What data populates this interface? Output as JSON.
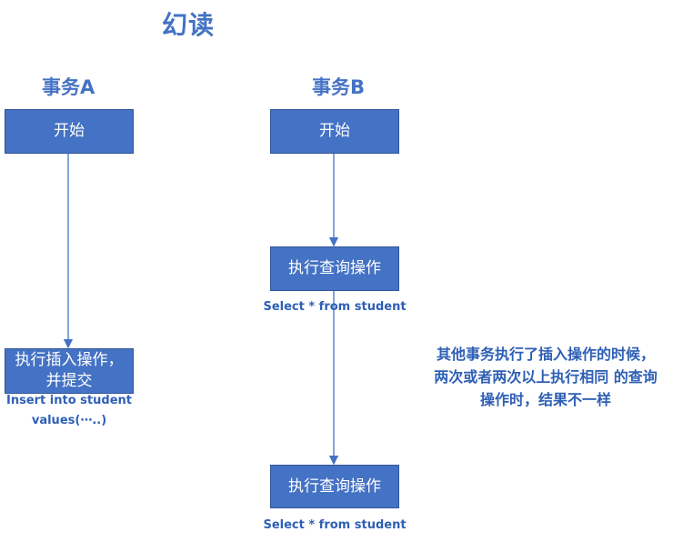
{
  "title": "幻读",
  "transaction_a": {
    "label": "事务A",
    "start_box": "开始",
    "insert_box_line1": "执行插入操作，",
    "insert_box_line2": "并提交",
    "insert_caption_line1": "Insert into student",
    "insert_caption_line2": "values(⋯..)"
  },
  "transaction_b": {
    "label": "事务B",
    "start_box": "开始",
    "query1_box": "执行查询操作",
    "query1_caption": "Select * from student",
    "query2_box": "执行查询操作",
    "query2_caption": "Select *  from student"
  },
  "note": {
    "line1": "其他事务执行了插入操作的时候，",
    "line2": "两次或者两次以上执行相同 的查询",
    "line3": "操作时，结果不一样"
  },
  "colors": {
    "box_fill": "#4472c4",
    "text_accent": "#4472c4",
    "arrow": "#4472c4"
  }
}
